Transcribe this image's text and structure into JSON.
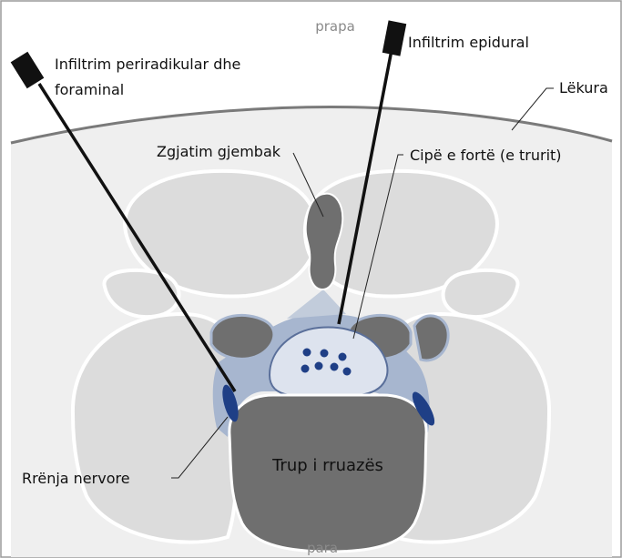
{
  "labels": {
    "posterior": "prapa",
    "anterior": "para",
    "periradicular_line1": "Infiltrim periradikular dhe",
    "periradicular_line2": "foraminal",
    "epidural": "Infiltrim epidural",
    "skin": "Lëkura",
    "spinous_process": "Zgjatim gjembak",
    "dura": "Cipë e fortë (e trurit)",
    "nerve_root": "Rrënja nervore",
    "vertebral_body": "Trup i rruazës"
  },
  "colors": {
    "background": "#ffffff",
    "tissue": "#efefef",
    "bone_light": "#dcdcdc",
    "bone_dark": "#6f6f6f",
    "membrane": "#a7b6cf",
    "sac": "#dde3ee",
    "nerve": "#1f3f86",
    "needle": "#111111"
  }
}
